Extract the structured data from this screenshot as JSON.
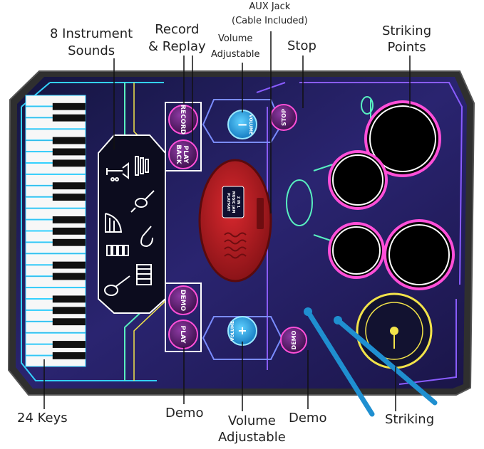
{
  "labels": {
    "instrument_sounds": [
      "8 Instrument",
      "Sounds"
    ],
    "record_replay": [
      "Record",
      "& Replay"
    ],
    "aux_jack": [
      "AUX Jack",
      "(Cable Included)"
    ],
    "volume_top": [
      "Volume",
      "Adjustable"
    ],
    "stop": "Stop",
    "striking_points": [
      "Striking",
      "Points"
    ],
    "keys": "24 Keys",
    "demo_left": "Demo",
    "volume_bottom": [
      "Volume",
      "Adjustable"
    ],
    "demo_right": "Demo",
    "striking": "Striking"
  },
  "buttons": {
    "record": "RECORD",
    "play_back": [
      "PLAY",
      "BACK"
    ],
    "demo": "DEMO",
    "play": "PLAY",
    "volume_minus": "VOLUME",
    "volume_plus": "VOLUME",
    "stop": "STOP",
    "demo_drum": "DEMO"
  },
  "speaker": {
    "brand": [
      "2 IN 1",
      "MUSIC JAM",
      "PLAYMAT"
    ]
  },
  "keyboard": {
    "white_keys": 24
  },
  "colors": {
    "mat_border": "#2b2b2b",
    "mat_bg": "#1c1a4a",
    "neon_cyan": "#33d1ff",
    "neon_pink": "#ff4fd8",
    "neon_yellow": "#f2e34a",
    "neon_green": "#58f0c0",
    "button_purple": "#5b1d6e",
    "button_blue": "#1b9be0",
    "speaker_red": "#b81e22"
  },
  "icons": [
    "trumpet-icon",
    "xylophone-icon",
    "violin-icon",
    "harp-icon",
    "saxophone-icon",
    "drum-icon",
    "accordion-icon",
    "guitar-icon"
  ]
}
